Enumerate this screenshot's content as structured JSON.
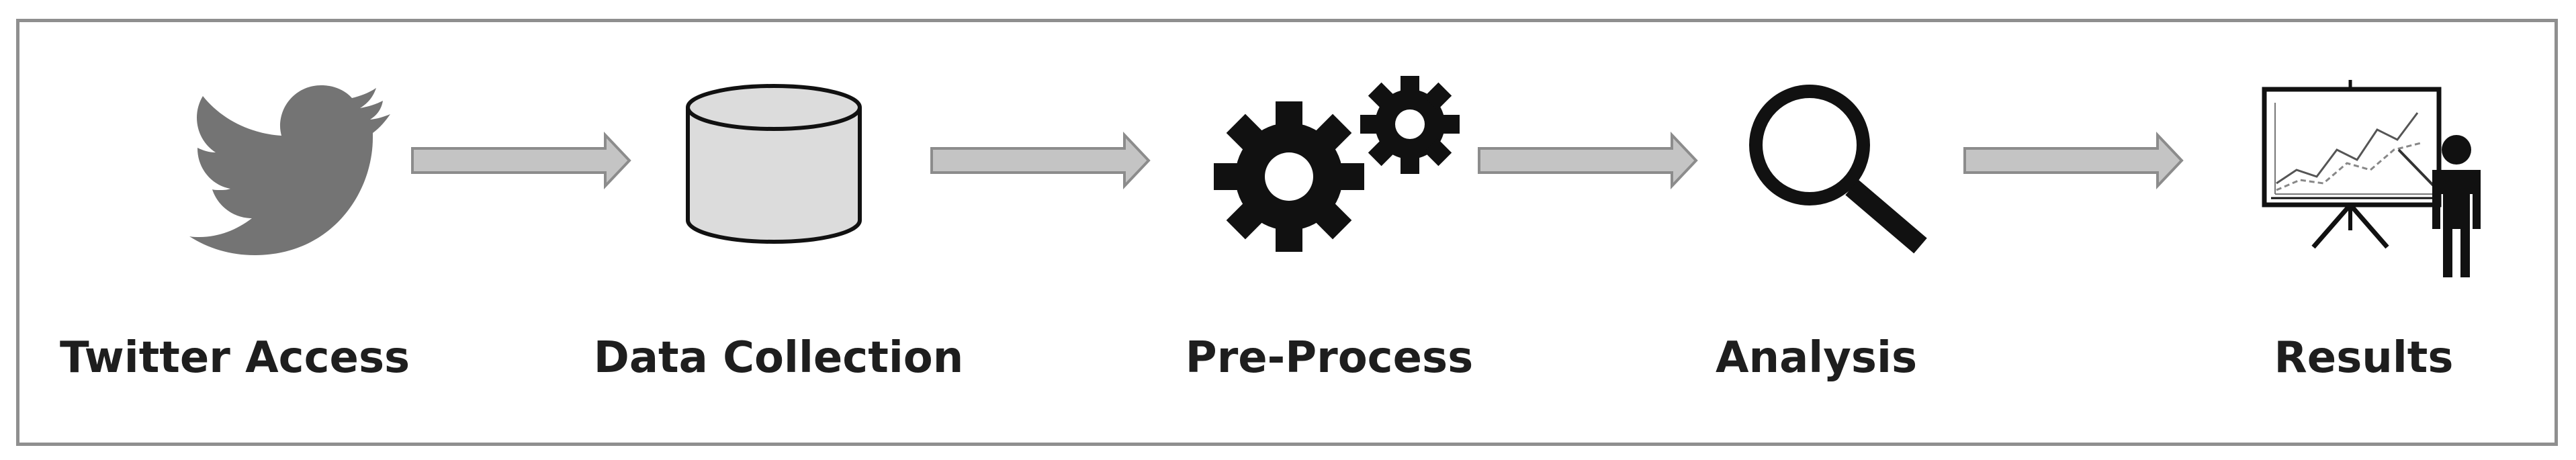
{
  "steps": [
    {
      "label": "Twitter Access",
      "icon": "twitter-bird-icon"
    },
    {
      "label": "Data Collection",
      "icon": "database-cylinder-icon"
    },
    {
      "label": "Pre-Process",
      "icon": "gears-icon"
    },
    {
      "label": "Analysis",
      "icon": "magnifying-glass-icon"
    },
    {
      "label": "Results",
      "icon": "presenter-chart-icon"
    }
  ],
  "colors": {
    "frame_border": "#8f8f8f",
    "bird": "#747474",
    "arrow_fill": "#c4c4c4",
    "arrow_stroke": "#8c8c8c",
    "database_fill": "#dcdcdc",
    "text": "#1e1e1e"
  }
}
